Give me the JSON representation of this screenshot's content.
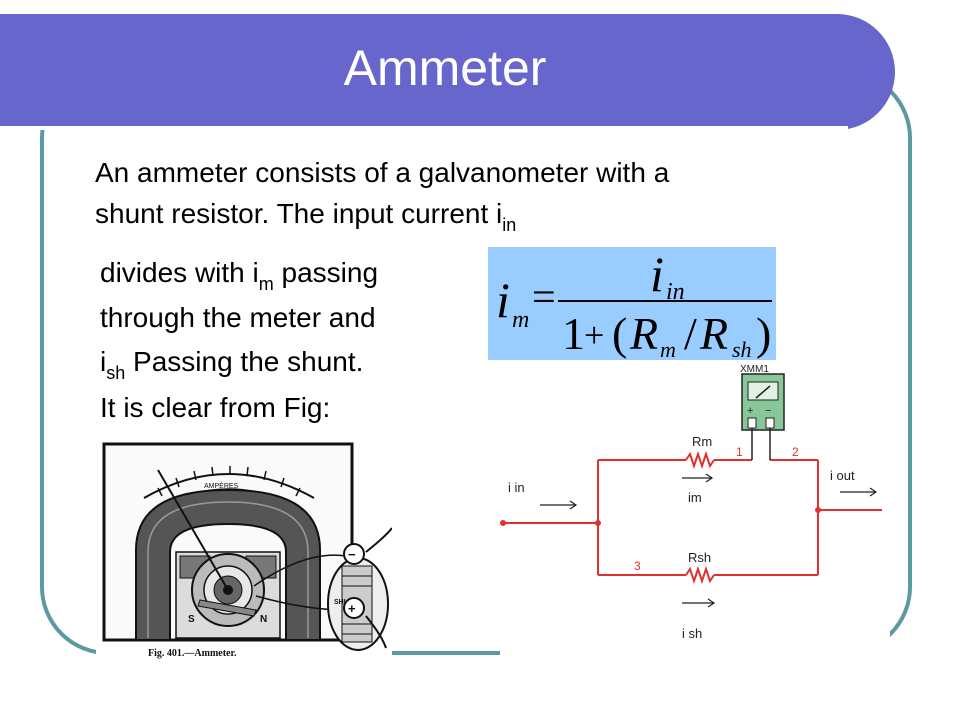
{
  "slide": {
    "title": "Ammeter",
    "paragraph1": {
      "line1": "An ammeter consists of a galvanometer with a",
      "line2_text": "shunt resistor. The input current i",
      "line2_sub": "in"
    },
    "paragraph2": {
      "line1_text": "divides with i",
      "line1_sub": "m",
      "line1_rest": " passing",
      "line2": "through the meter and",
      "line3_i": "i",
      "line3_sub": "sh",
      "line3_rest": " Passing the shunt.",
      "line4": "It is clear from Fig:"
    }
  },
  "formula": {
    "lhs_i": "i",
    "lhs_sub": "m",
    "equals": "=",
    "num_i": "i",
    "num_sub": "in",
    "den_one": "1",
    "den_plus": "+",
    "den_open": "(",
    "den_R1": "R",
    "den_sub1": "m",
    "den_slash": "/",
    "den_R2": "R",
    "den_sub2": "sh",
    "den_close": ")"
  },
  "figure": {
    "shunt_label": "SHUNT",
    "dial_label": "AMPÈRES",
    "minus_sign": "−",
    "plus_sign": "+",
    "pole_s": "S",
    "pole_n": "N",
    "caption": "Fig. 401.—Ammeter."
  },
  "circuit": {
    "meter_name": "XMM1",
    "meter_plus": "+",
    "meter_minus": "−",
    "label_rm": "Rm",
    "label_im": "im",
    "label_rsh": "Rsh",
    "label_ish": "i sh",
    "label_iin": "i in",
    "label_iout": "i out",
    "node1": "1",
    "node2": "2",
    "node3": "3"
  },
  "colors": {
    "title_bar": "#6666cc",
    "frame": "#5a9aa0",
    "formula_bg": "#99ccff",
    "wire": "#e03030",
    "meter_body": "#88c898"
  }
}
